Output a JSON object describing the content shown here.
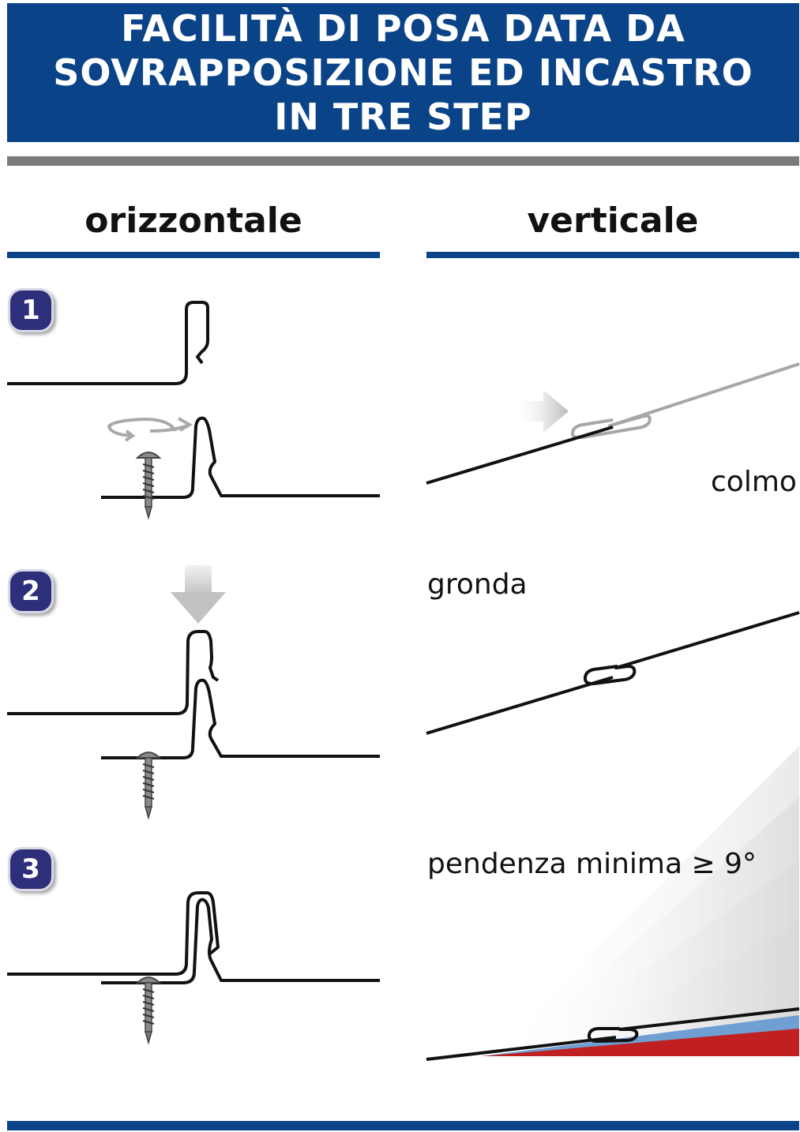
{
  "title": {
    "line1": "FACILITÀ DI POSA DATA DA",
    "line2": "SOVRAPPOSIZIONE ED INCASTRO",
    "line3": "IN TRE STEP"
  },
  "columns": {
    "left": "orizzontale",
    "right": "verticale"
  },
  "steps": [
    "1",
    "2",
    "3"
  ],
  "labels": {
    "colmo": "colmo",
    "gronda": "gronda",
    "pendenza": "pendenza minima ≥ 9°"
  },
  "colors": {
    "header_blue": "#0a4387",
    "step_badge": "#2e2f7b",
    "grey": "#7b7b7b",
    "red": "#c0201f",
    "light_blue": "#6f9fd3"
  }
}
